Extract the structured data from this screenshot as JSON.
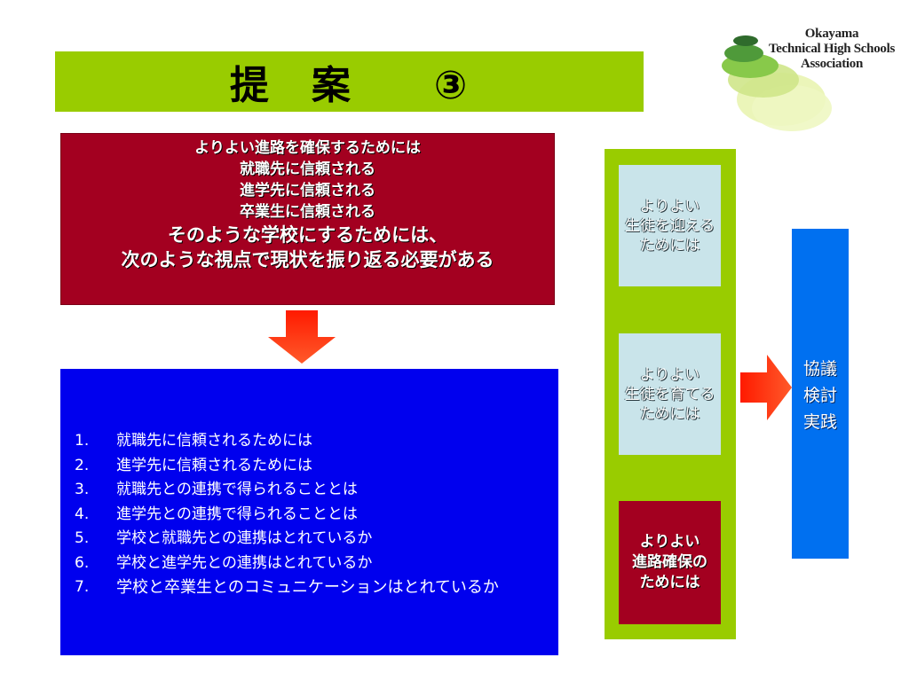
{
  "title": "提　案　　③",
  "logo": {
    "lines": [
      "Okayama",
      "Technical High Schools",
      "Association"
    ]
  },
  "intro_box": {
    "line1": "よりよい進路を確保するためには",
    "line2": "就職先に信頼される",
    "line3": "進学先に信頼される",
    "line4": "卒業生に信頼される",
    "line5": "そのような学校にするためには、",
    "line6": "次のような視点で現状を振り返る必要がある"
  },
  "list": [
    {
      "num": "1.",
      "text": "就職先に信頼されるためには"
    },
    {
      "num": "2.",
      "text": "進学先に信頼されるためには"
    },
    {
      "num": "3.",
      "text": "就職先との連携で得られることとは"
    },
    {
      "num": "4.",
      "text": "進学先との連携で得られることとは"
    },
    {
      "num": "5.",
      "text": "学校と就職先との連携はとれているか"
    },
    {
      "num": "6.",
      "text": "学校と進学先との連携はとれているか"
    },
    {
      "num": "7.",
      "text": "学校と卒業生とのコミュニケーションはとれているか"
    }
  ],
  "side_boxes": {
    "box1": [
      "よりよい",
      "生徒を迎える",
      "ためには"
    ],
    "box2": [
      "よりよい",
      "生徒を育てる",
      "ためには"
    ],
    "box3": [
      "よりよい",
      "進路確保の",
      "ためには"
    ]
  },
  "result_box": [
    "協議",
    "検討",
    "実践"
  ],
  "colors": {
    "title_green": "#99cc00",
    "red": "#a30020",
    "blue": "#0000ee",
    "light_blue": "#c9e4ea",
    "result_blue": "#0070f0",
    "arrow_red": "#ff2200"
  }
}
